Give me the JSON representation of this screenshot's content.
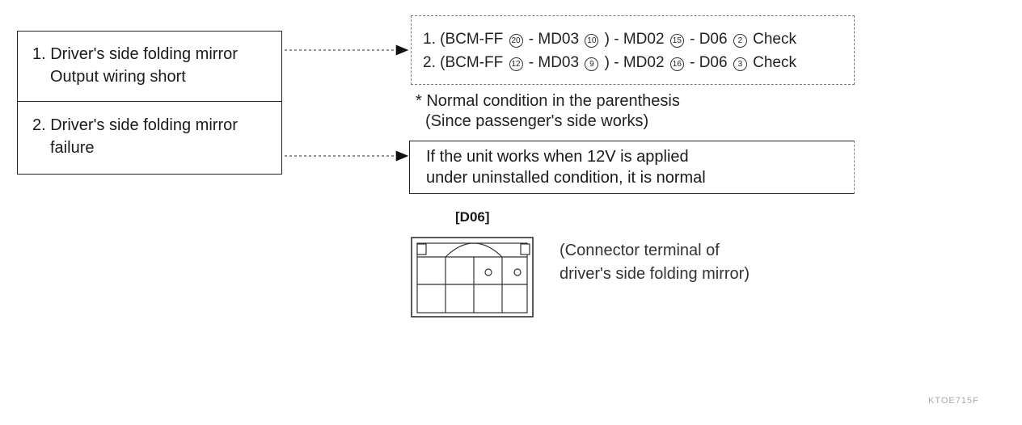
{
  "causes": {
    "item1": {
      "line1": "1. Driver's side folding mirror",
      "line2": "Output wiring short"
    },
    "item2": {
      "line1": "2. Driver's side folding mirror",
      "line2": "failure"
    }
  },
  "check": {
    "line1": {
      "prefix": "1. (BCM-FF",
      "n1": "20",
      "sep1": "- MD03",
      "n2": "10",
      "sep2": ") - MD02",
      "n3": "15",
      "sep3": "- D06",
      "n4": "2",
      "suffix": "Check"
    },
    "line2": {
      "prefix": "2. (BCM-FF",
      "n1": "12",
      "sep1": "- MD03",
      "n2": "9",
      "sep2": ") - MD02",
      "n3": "16",
      "sep3": "- D06",
      "n4": "3",
      "suffix": "Check"
    }
  },
  "note": {
    "line1": "* Normal condition in the parenthesis",
    "line2": "(Since passenger's side works)"
  },
  "result": {
    "line1": "If the unit works when 12V is applied",
    "line2": "under uninstalled condition, it is normal"
  },
  "connector": {
    "label": "[D06]",
    "caption_line1": "(Connector terminal of",
    "caption_line2": "driver's side folding mirror)"
  },
  "footer": {
    "code": "KTOE715F"
  }
}
